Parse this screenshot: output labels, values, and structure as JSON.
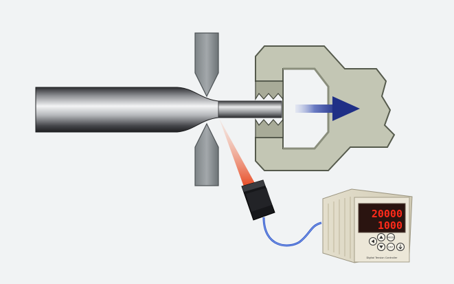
{
  "controller": {
    "display_top": "20000",
    "display_bottom": "1000",
    "button_mode_label": "MODE",
    "button_ent_label": "ENT",
    "footer_text": "Digital Tension Controller"
  },
  "colors": {
    "background": "#f1f3f4",
    "steel_dark": "#2f3033",
    "steel_light": "#e8e9ea",
    "clamp_fill": "#c3c6b4",
    "clamp_edge": "#555a4c",
    "arrow_blue": "#2a3b8c",
    "sensor_beam": "#e63a10",
    "cable": "#2c54c8",
    "display_red": "#ff2a1a"
  },
  "icons": {
    "left": "triangle-left-icon",
    "up": "triangle-up-icon",
    "down": "triangle-down-icon"
  }
}
